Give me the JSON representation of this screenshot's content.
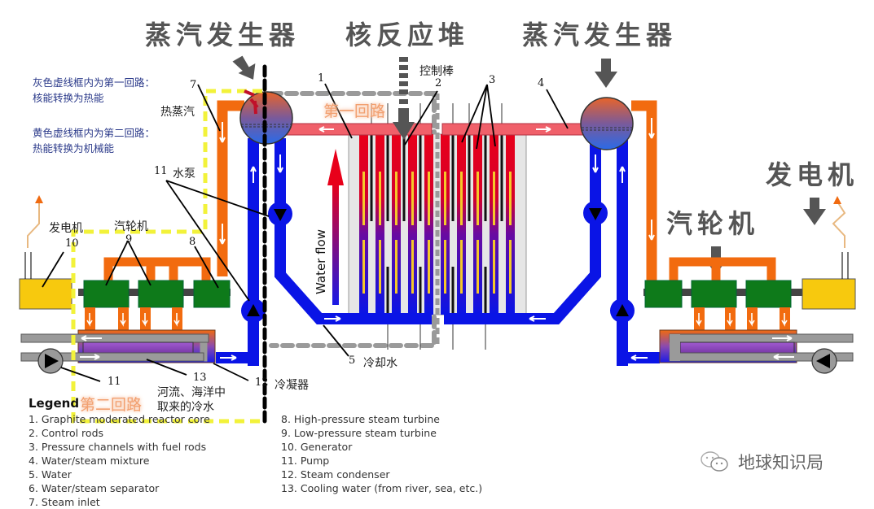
{
  "headings": {
    "steam_generator_left": "蒸汽发生器",
    "reactor": "核反应堆",
    "steam_generator_right": "蒸汽发生器",
    "generator_right": "发电机",
    "turbine_right": "汽轮机"
  },
  "notes": {
    "primary_loop_line1": "灰色虚线框内为第一回路：",
    "primary_loop_line2": "核能转换为热能",
    "secondary_loop_line1": "黄色虚线框内为第二回路：",
    "secondary_loop_line2": "热能转换为机械能"
  },
  "labels": {
    "hot_steam": "热蒸汽",
    "water_pump": "水泵",
    "generator": "发电机",
    "turbine": "汽轮机",
    "control_rod": "控制棒",
    "primary_loop": "第一回路",
    "secondary_loop": "第二回路",
    "cooling_water": "冷却水",
    "condenser": "冷凝器",
    "river_water_line1": "河流、海洋中",
    "river_water_line2": "取来的冷水",
    "water_flow": "Water flow"
  },
  "callouts": {
    "n1": "1",
    "n2": "2",
    "n3": "3",
    "n4": "4",
    "n5": "5",
    "n7": "7",
    "n8": "8",
    "n9": "9",
    "n10": "10",
    "n11a": "11",
    "n11b": "11",
    "n12": "12",
    "n13": "13"
  },
  "legend": {
    "title": "Legend",
    "items_left": [
      "1. Graphite moderated reactor core",
      "2. Control rods",
      "3. Pressure channels with fuel rods",
      "4. Water/steam mixture",
      "5. Water",
      "6. Water/steam separator",
      "7. Steam inlet"
    ],
    "items_right": [
      "8. High-pressure steam turbine",
      "9. Low-pressure steam turbine",
      "10. Generator",
      "11. Pump",
      "12. Steam condenser",
      "13. Cooling water (from river, sea, etc.)"
    ]
  },
  "watermark": {
    "icon": "wechat-icon",
    "text": "地球知识局"
  },
  "colors": {
    "water_blue": "#0a14e6",
    "steam_orange": "#f26b0f",
    "mixture_red": "#f0606a",
    "turbine_green": "#0e7a1a",
    "generator_yellow": "#f7c90e",
    "condenser_gray": "#9a9a9a",
    "primary_loop_gray": "#999999",
    "secondary_loop_yellow": "#f2f23a",
    "heading_gray": "#555555",
    "note_blue": "#2b3a8a"
  }
}
